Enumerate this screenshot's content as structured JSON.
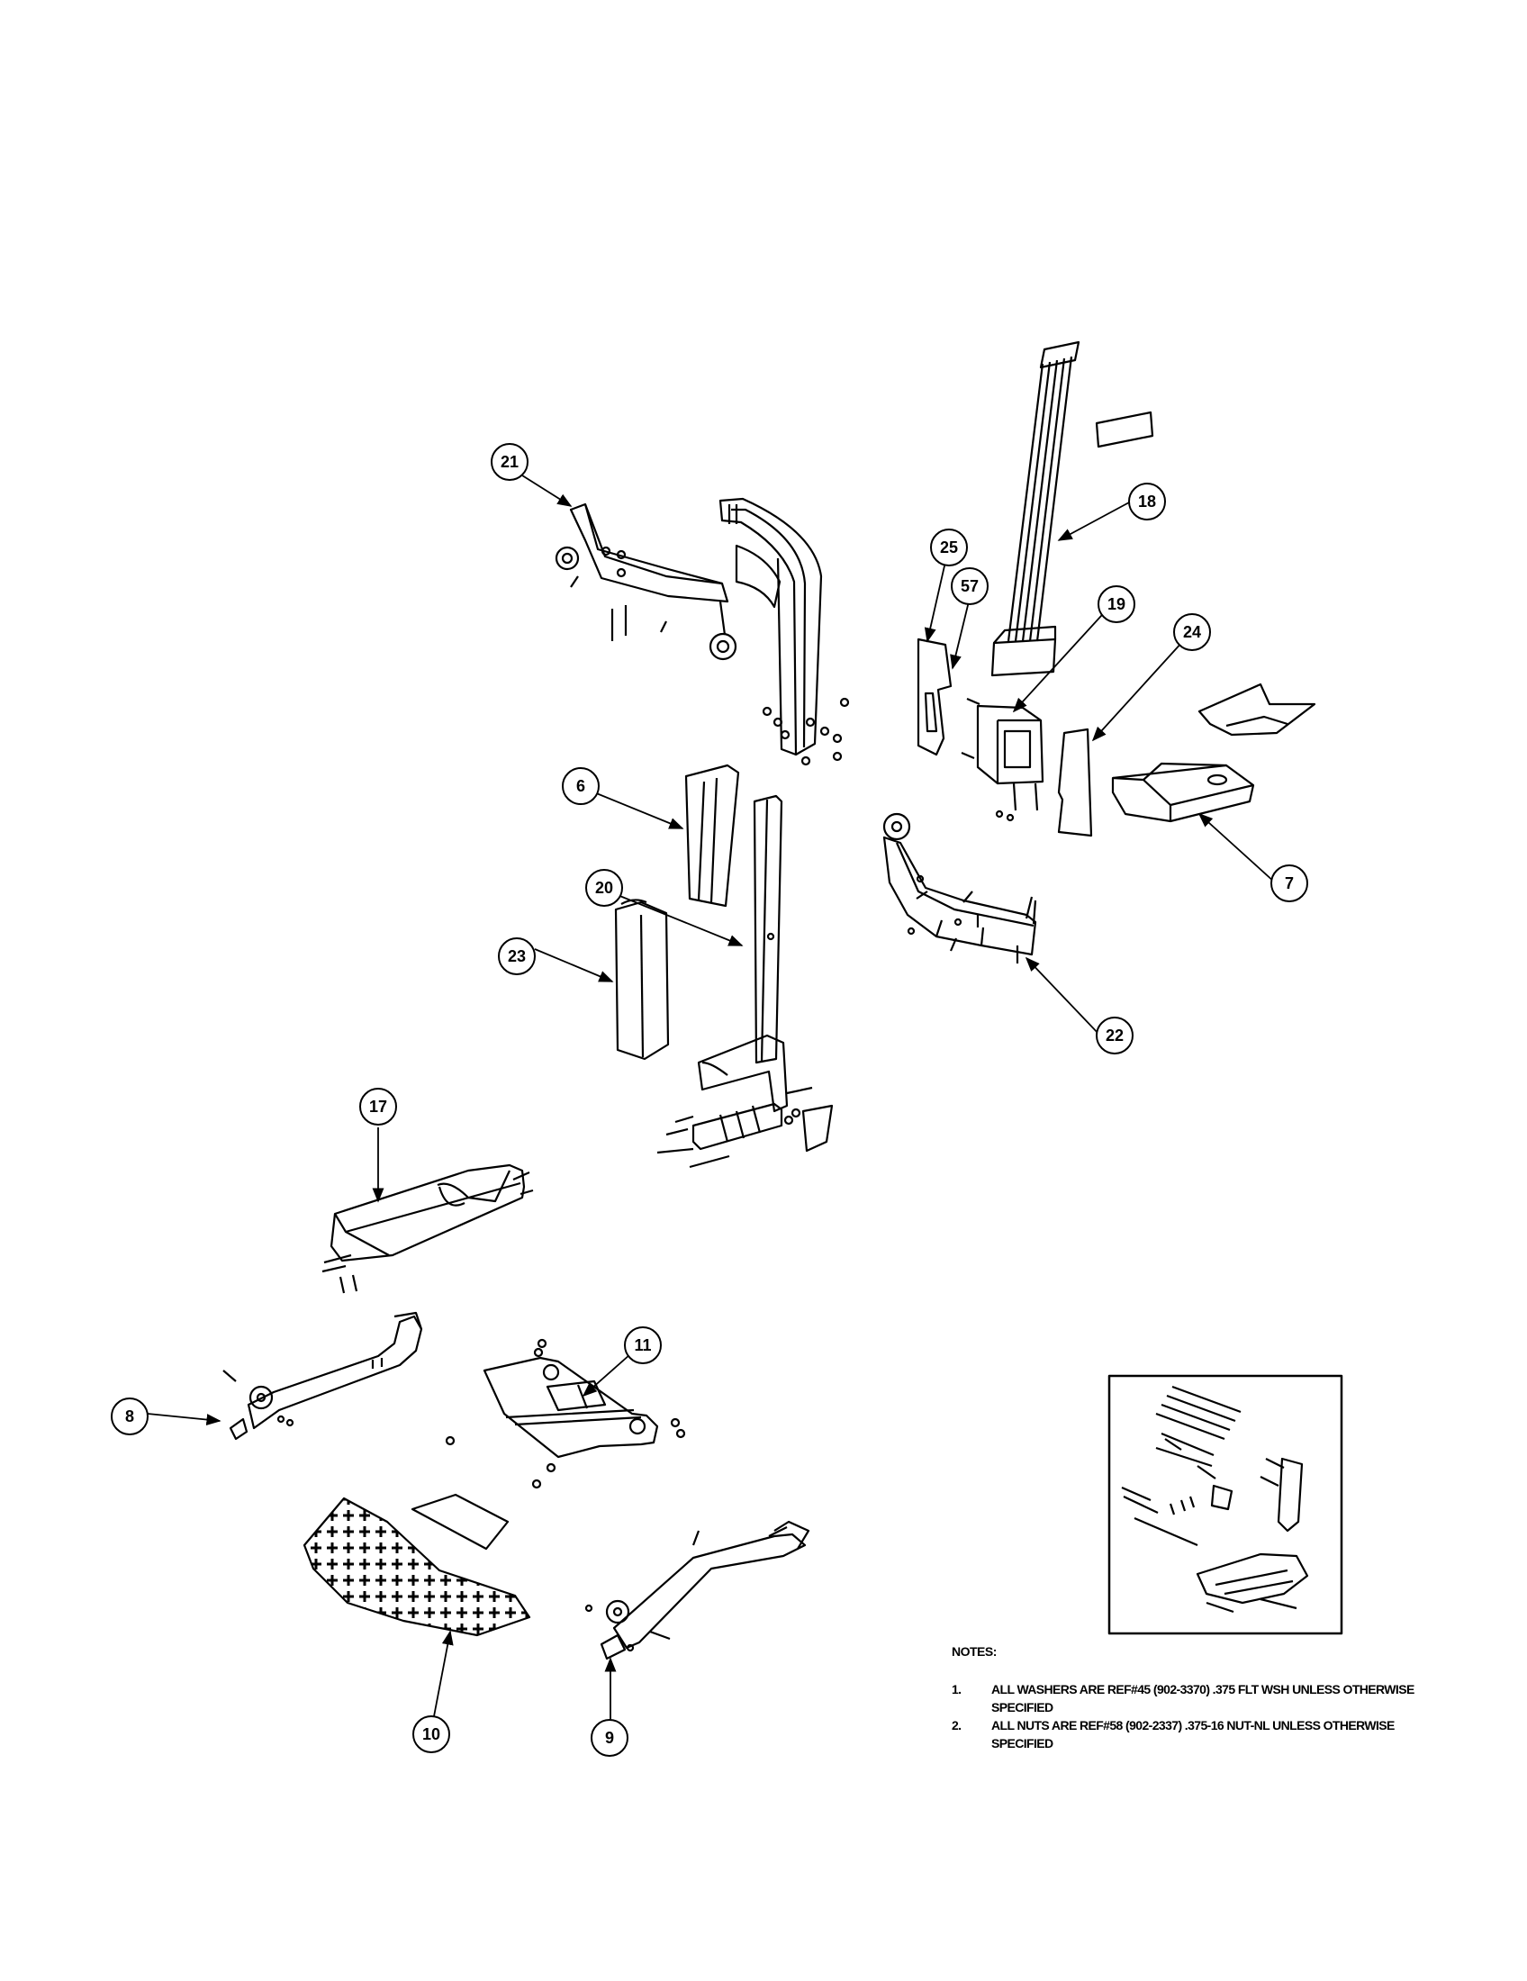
{
  "callouts": [
    {
      "label": "21"
    },
    {
      "label": "18"
    },
    {
      "label": "25"
    },
    {
      "label": "57"
    },
    {
      "label": "19"
    },
    {
      "label": "24"
    },
    {
      "label": "6"
    },
    {
      "label": "7"
    },
    {
      "label": "20"
    },
    {
      "label": "23"
    },
    {
      "label": "22"
    },
    {
      "label": "17"
    },
    {
      "label": "11"
    },
    {
      "label": "8"
    },
    {
      "label": "10"
    },
    {
      "label": "9"
    }
  ],
  "notes": {
    "title": "NOTES:",
    "items": [
      {
        "num": "1.",
        "text": "ALL WASHERS ARE REF#45 (902-3370) .375 FLT WSH UNLESS OTHERWISE SPECIFIED"
      },
      {
        "num": "2.",
        "text": "ALL NUTS ARE REF#58 (902-2337) .375-16 NUT-NL UNLESS OTHERWISE SPECIFIED"
      }
    ]
  },
  "colors": {
    "ink": "#000000",
    "paper": "#ffffff",
    "shade": "#d9d9d9"
  }
}
